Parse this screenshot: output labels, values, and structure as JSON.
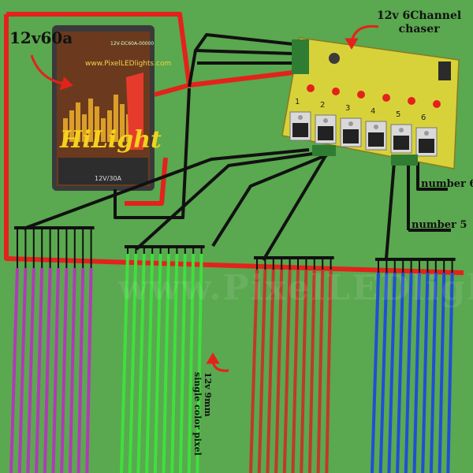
{
  "labels": {
    "power_supply": "12v60a",
    "chaser_line1": "12v 6Channel",
    "chaser_line2": "chaser",
    "number6": "number 6",
    "number5": "number 5",
    "pixel_line1": "12v 9mm",
    "pixel_line2": "single color pixel",
    "watermark": "www.PixelLEDlights.com"
  },
  "power_supply": {
    "brand_text": "www.PixelLEDlights.com",
    "logo_text": "HiLight",
    "model_text": "12V/30A",
    "top_text": "12V-DC60A-00000"
  },
  "channel_numbers": [
    "1",
    "2",
    "3",
    "4",
    "5",
    "6"
  ],
  "pixel_groups": [
    {
      "color": "#b23ab8",
      "count": 10
    },
    {
      "color": "#3ee03e",
      "count": 10
    },
    {
      "color": "#c0392b",
      "count": 10
    },
    {
      "color": "#1f4fd6",
      "count": 10
    }
  ],
  "colors": {
    "background": "#5aa84f",
    "power_wire": "#e3221c",
    "signal_wire": "#111111",
    "board": "#d8d23a",
    "psu_body": "#6b3a1e"
  }
}
